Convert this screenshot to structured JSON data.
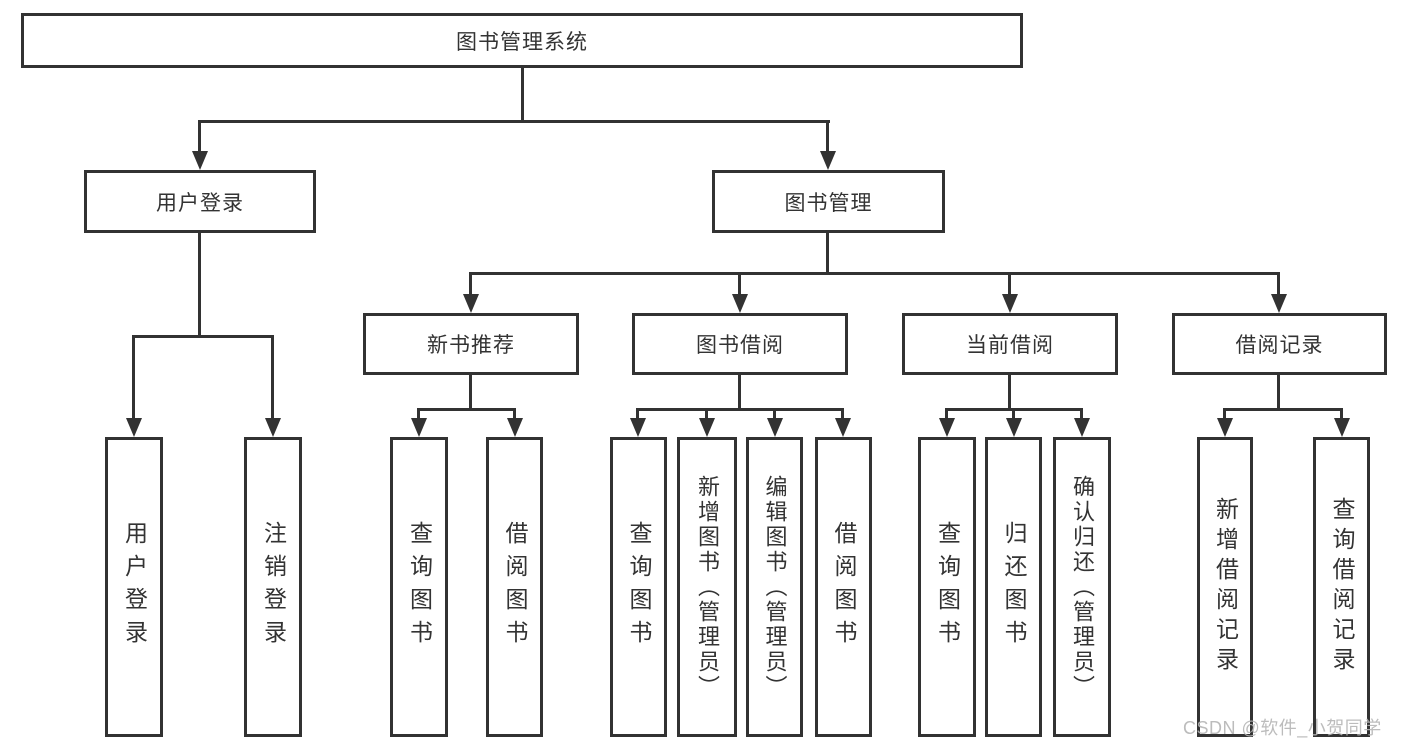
{
  "tree": {
    "root": "图书管理系统",
    "children": [
      {
        "label": "用户登录",
        "children": [
          "用户登录",
          "注销登录"
        ]
      },
      {
        "label": "图书管理",
        "children": [
          {
            "label": "新书推荐",
            "children": [
              "查询图书",
              "借阅图书"
            ]
          },
          {
            "label": "图书借阅",
            "children": [
              "查询图书",
              "新增图书（管理员）",
              "编辑图书（管理员）",
              "借阅图书"
            ]
          },
          {
            "label": "当前借阅",
            "children": [
              "查询图书",
              "归还图书",
              "确认归还（管理员）"
            ]
          },
          {
            "label": "借阅记录",
            "children": [
              "新增借阅记录",
              "查询借阅记录"
            ]
          }
        ]
      }
    ]
  },
  "watermark": "CSDN @软件_小贺同学",
  "colors": {
    "line": "#323232",
    "box_border": "#323232",
    "box_fill": "#ffffff",
    "text": "#333333",
    "watermark": "#b5b5b5"
  }
}
